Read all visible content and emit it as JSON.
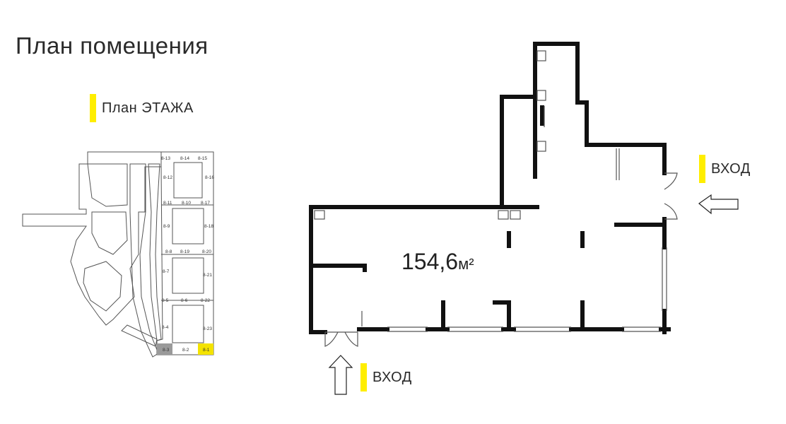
{
  "heading": "План помещения",
  "floor_plan_label": "План ЭТАЖА",
  "area": {
    "value": "154,6",
    "unit": "м²"
  },
  "entrance_right": "ВХОД",
  "entrance_bottom": "ВХОД",
  "colors": {
    "accent": "#ffee00",
    "wall": "#111111",
    "selected_unit": "#f4e300",
    "neighbor_unit": "#9a9a9a"
  },
  "key_plan_units": [
    "8-13",
    "8-14",
    "8-15",
    "8-12",
    "8-16",
    "8-11",
    "8-10",
    "8-17",
    "8-9",
    "8-18",
    "8-8",
    "8-19",
    "8-20",
    "8-7",
    "8-21",
    "8-5",
    "8-6",
    "8-22",
    "8-4",
    "8-23",
    "8-3",
    "8-2",
    "8-1"
  ]
}
